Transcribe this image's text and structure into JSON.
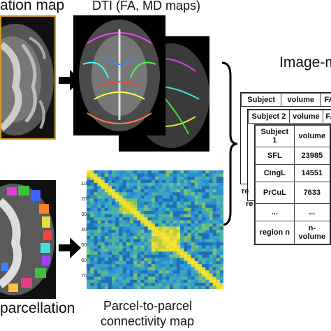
{
  "labels": {
    "segmentation": "ation map",
    "dti": "DTI (FA, MD maps)",
    "image_metrics": "Image-m",
    "parcellation": "parcellation",
    "connectivity_line1": "Parcel-to-parcel",
    "connectivity_line2": "connectivity map"
  },
  "back_table_1": {
    "header": [
      "Subject",
      "volume",
      "FA"
    ]
  },
  "back_table_2": {
    "header": [
      "Subject 2",
      "volume",
      "FA"
    ]
  },
  "front_table": {
    "header": [
      "Subject 1",
      "volume"
    ],
    "rows": [
      [
        "SFL",
        "23985"
      ],
      [
        "CingL",
        "14551"
      ],
      [
        "PrCuL",
        "7633"
      ],
      [
        "...",
        "..."
      ],
      [
        "region n",
        "n-volume"
      ]
    ]
  },
  "side_fragments": [
    "re",
    "re"
  ],
  "matrix_yticks": [
    "10",
    "20",
    "30",
    "40",
    "50",
    "60",
    "70"
  ],
  "colors": {
    "border_orange": "#d4a020",
    "arrow": "#000000",
    "matrix_diag": "#f5e62a",
    "matrix_bg": "#2a8fd0"
  }
}
